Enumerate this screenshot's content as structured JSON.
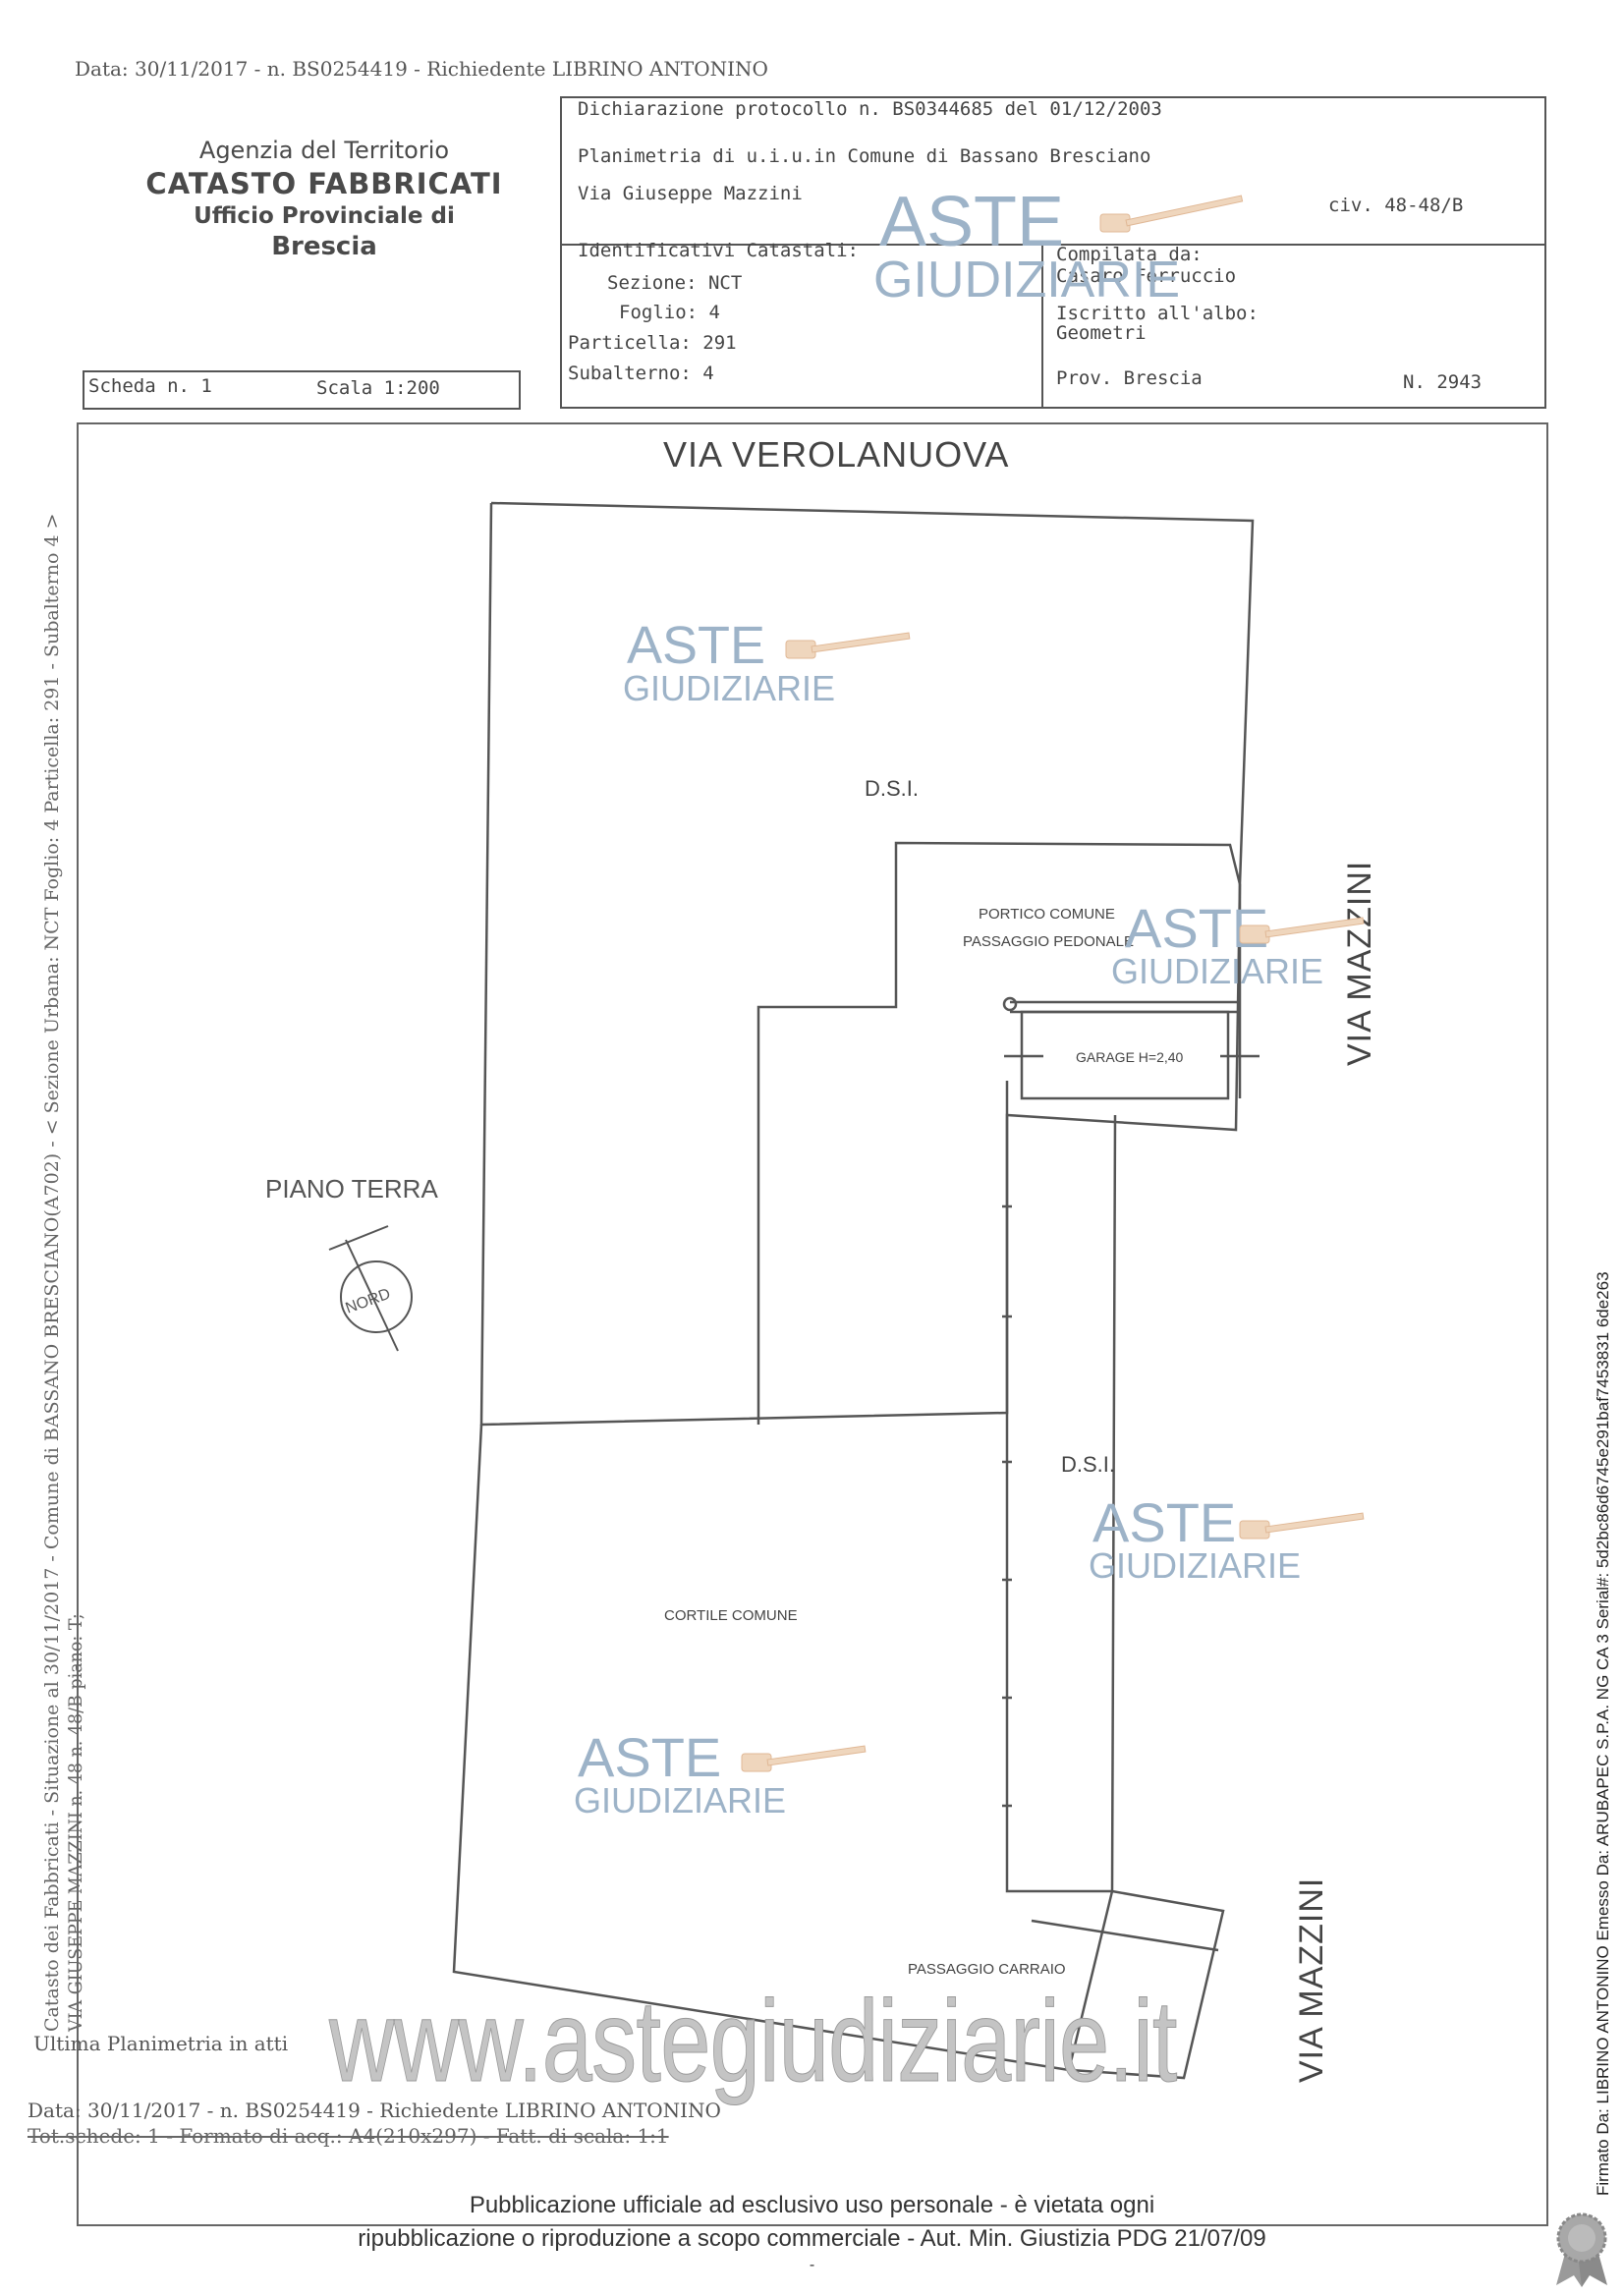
{
  "request_line": "Data: 30/11/2017 -  n. BS0254419 - Richiedente LIBRINO ANTONINO",
  "agency": {
    "line1": "Agenzia del Territorio",
    "line2": "CATASTO FABBRICATI",
    "line3": "Ufficio Provinciale di",
    "line4": "Brescia"
  },
  "header": {
    "declaration": "Dichiarazione protocollo n. BS0344685 del  01/12/2003",
    "planimetry": "Planimetria di u.i.u.in Comune di Bassano Bresciano",
    "street": "Via Giuseppe Mazzini",
    "civic": "civ. 48-48/B"
  },
  "identifiers": {
    "title": "Identificativi Catastali:",
    "sezione": "Sezione: NCT",
    "foglio": "Foglio: 4",
    "particella": "Particella: 291",
    "subalterno": "Subalterno: 4"
  },
  "compiler": {
    "title": "Compilata da:",
    "name": "Casaro Ferruccio",
    "registered": "Iscritto all'albo:",
    "profession": "Geometri",
    "province": "Prov. Brescia",
    "number": "N.  2943"
  },
  "scheda": {
    "label": "Scheda n. 1",
    "scale": "Scala 1:200"
  },
  "plan": {
    "street_top": "VIA VEROLANUOVA",
    "street_right_upper": "VIA MAZZINI",
    "street_right_lower": "VIA MAZZINI",
    "dsi_upper": "D.S.I.",
    "dsi_lower": "D.S.I.",
    "portico_line1": "PORTICO COMUNE",
    "portico_line2": "PASSAGGIO PEDONALE",
    "garage": "GARAGE H=2,40",
    "piano": "PIANO TERRA",
    "cortile": "CORTILE COMUNE",
    "passaggio": "PASSAGGIO CARRAIO",
    "north_label": "NORD"
  },
  "left_margin": {
    "line1": "Catasto dei Fabbricati - Situazione al 30/11/2017 - Comune di BASSANO BRESCIANO(A702) - < Sezione Urbana: NCT Foglio: 4 Particella: 291 - Subalterno 4 >",
    "line2": "VIA GIUSEPPE MAZZINI n. 48 n. 48/B piano: T;"
  },
  "bottom_notes": {
    "last_plan": "Ultima Planimetria in atti",
    "request_repeat": "Data: 30/11/2017 -  n. BS0254419 - Richiedente LIBRINO ANTONINO",
    "totals": "Tot.schede: 1 - Formato di acq.: A4(210x297) - Fatt. di scala: 1:1"
  },
  "watermarks": {
    "aste": "ASTE",
    "giudiziarie": "GIUDIZIARIE",
    "site": "www.astegiudiziarie.it"
  },
  "footer": {
    "line1": "Pubblicazione ufficiale ad esclusivo uso personale - è vietata ogni",
    "line2": "ripubblicazione o riproduzione a scopo commerciale - Aut. Min. Giustizia PDG 21/07/09",
    "line3": "-"
  },
  "signature": "Firmato Da: LIBRINO ANTONINO Emesso Da: ARUBAPEC S.P.A. NG CA 3 Serial#: 5d2bc86d6745e291baf7453831 6de263",
  "colors": {
    "ink": "#444444",
    "watermark_blue": "#9db3c8",
    "watermark_gavel": "#e8c9a8"
  }
}
